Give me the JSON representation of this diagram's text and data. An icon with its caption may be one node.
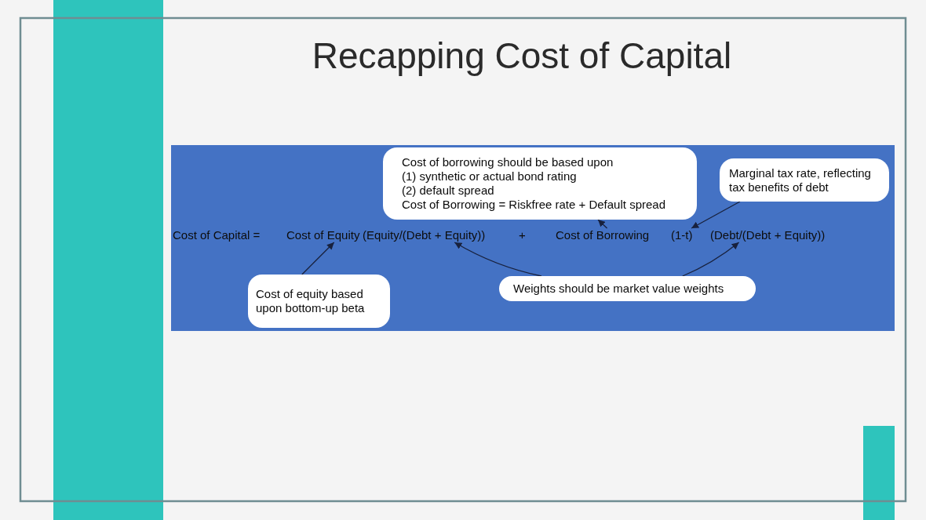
{
  "diagram": {
    "title": "Recapping Cost of Capital",
    "nodes": [
      {
        "text": [],
        "shape": "box"
      },
      {
        "text": [
          "Cost of borrowing should be based upon",
          "(1) synthetic or actual bond rating",
          "(2) default spread",
          "Cost of Borrowing = Riskfree rate + Default spread"
        ],
        "in": 0
      },
      {
        "text": [
          "Marginal tax rate, reflecting tax benefits of debt"
        ],
        "in": 0
      },
      {
        "text": [
          "Cost of Equity"
        ],
        "in": 0
      },
      {
        "text": [
          "(Equity/(Debt + Equity))"
        ],
        "in": 0
      },
      {
        "text": [
          "Cost of Borrowing"
        ],
        "in": 0
      },
      {
        "text": [
          "(1-t)"
        ],
        "in": 0
      },
      {
        "text": [
          "(Debt/(Debt + Equity))"
        ],
        "in": 0
      },
      {
        "text": [
          "Cost of equity based upon bottom-up beta"
        ],
        "in": 0
      },
      {
        "text": [
          "Weights should be market value weights"
        ],
        "in": 0
      }
    ],
    "edges": [
      {
        "from": 5,
        "to": 1,
        "arrow": "to"
      },
      {
        "from": 2,
        "to": 6,
        "arrow": "to"
      },
      {
        "from": 8,
        "to": 3,
        "arrow": "to"
      },
      {
        "from": 9,
        "to": 4,
        "arrow": "to"
      },
      {
        "from": 9,
        "to": 7,
        "arrow": "to"
      }
    ],
    "labels": [
      "Cost of Capital =",
      "+"
    ]
  }
}
